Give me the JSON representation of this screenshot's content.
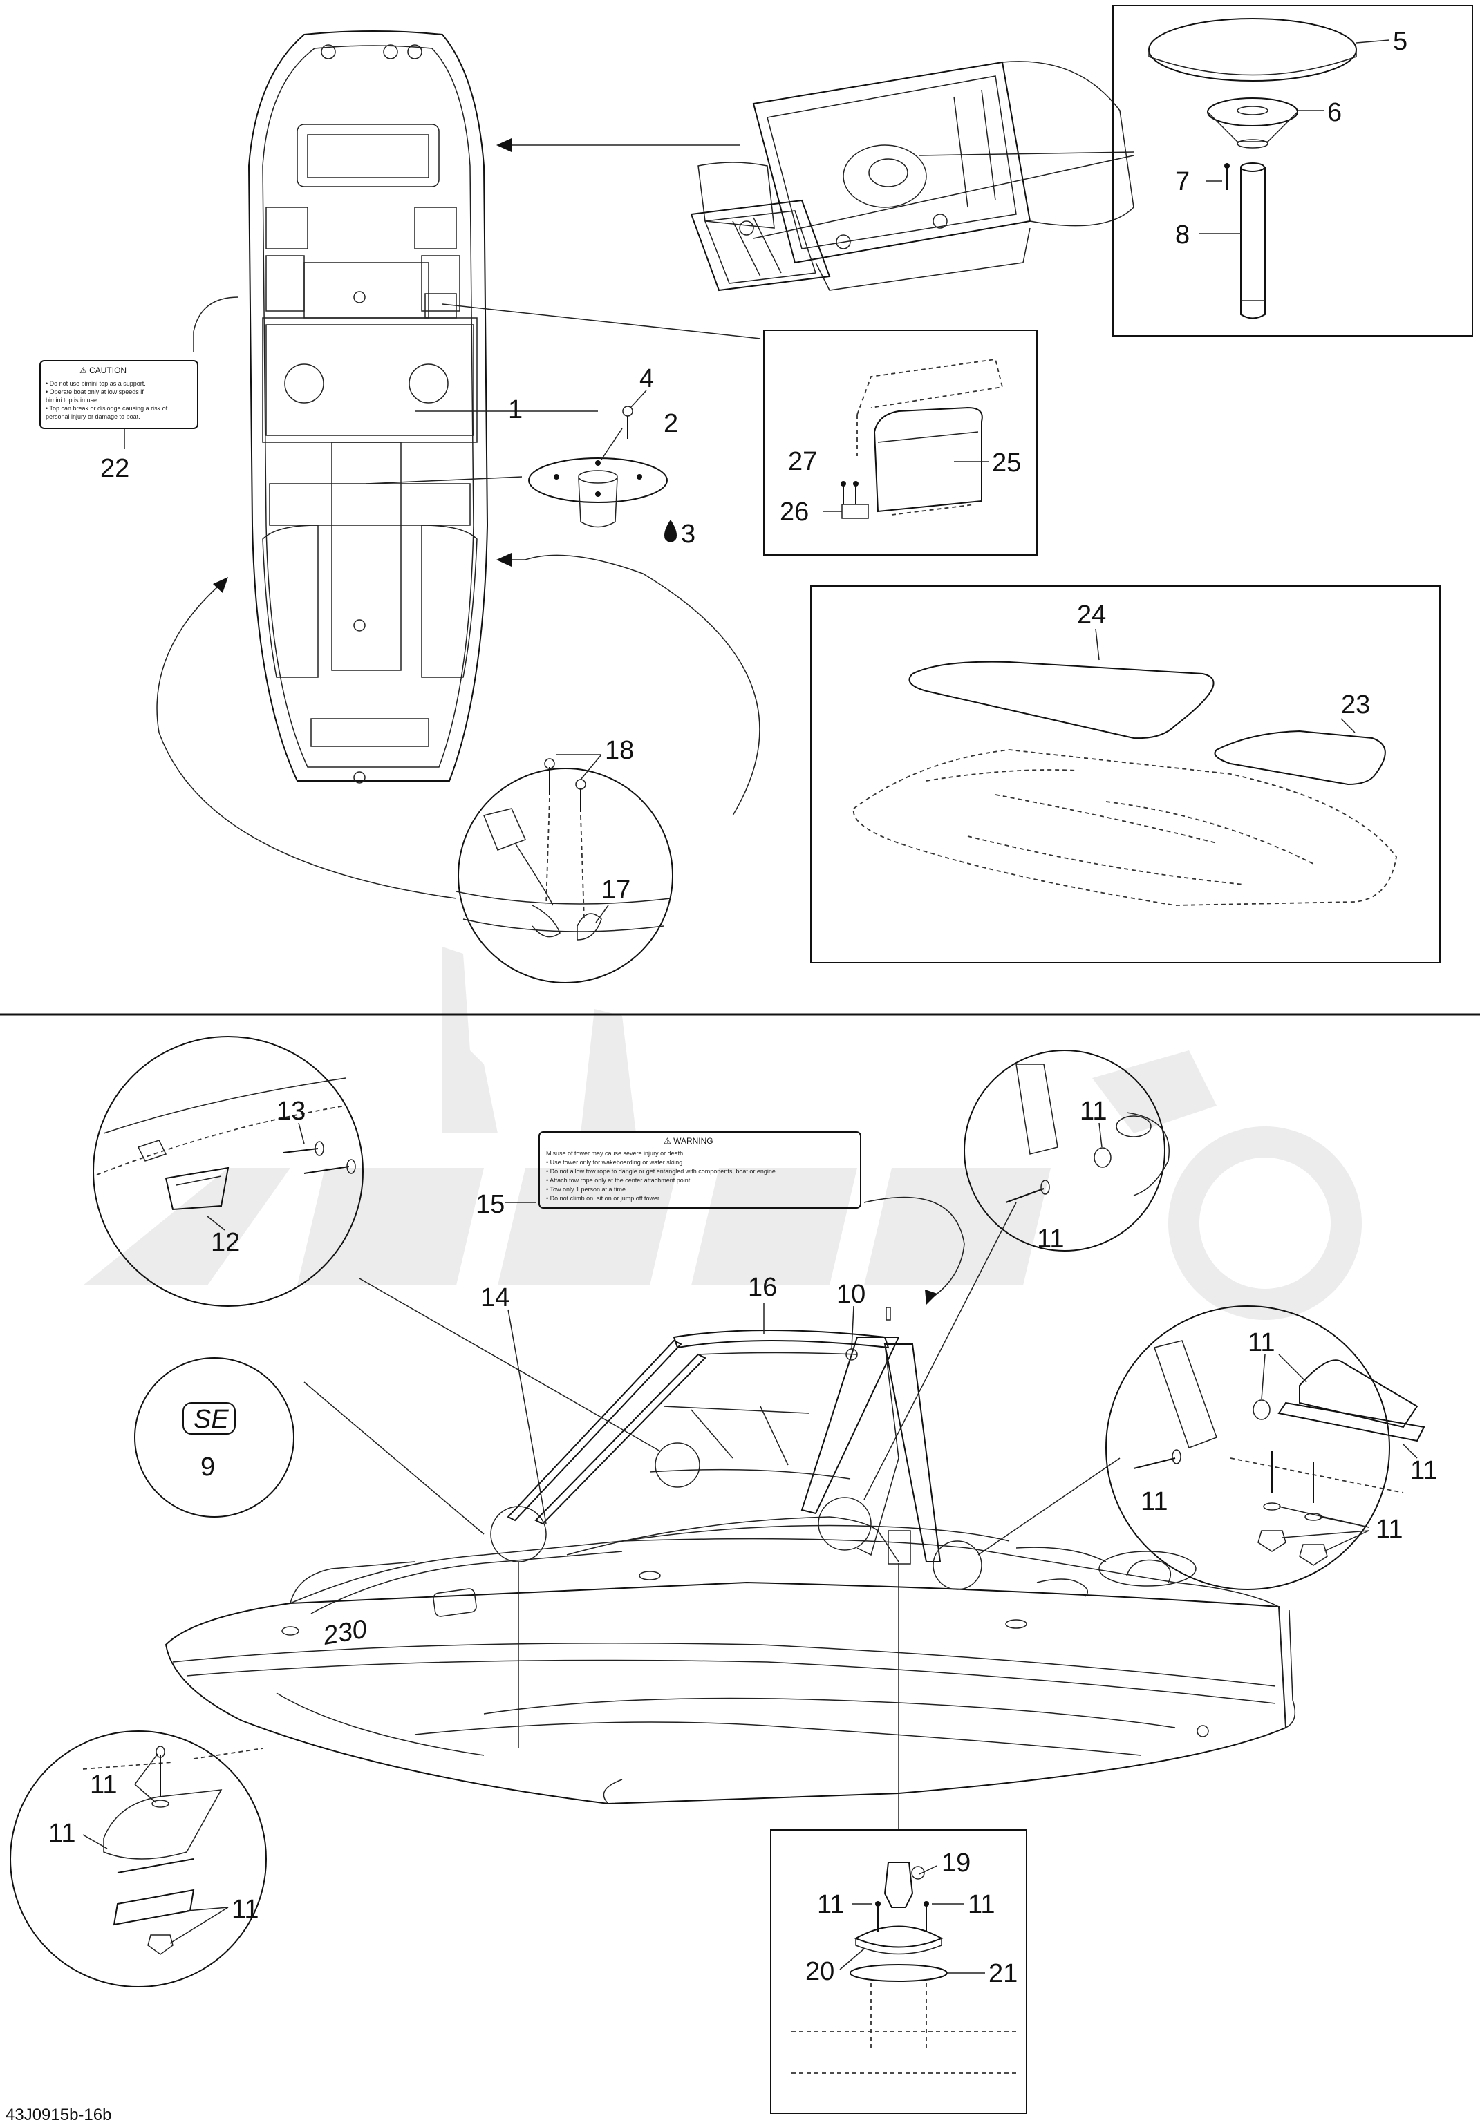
{
  "callouts": {
    "c1": "1",
    "c2": "2",
    "c3": "3",
    "c4": "4",
    "c5": "5",
    "c6": "6",
    "c7": "7",
    "c8": "8",
    "c9": "9",
    "c10": "10",
    "c11a": "11",
    "c11b": "11",
    "c11c": "11",
    "c11d": "11",
    "c11e": "11",
    "c11f": "11",
    "c11g": "11",
    "c11h": "11",
    "c11i": "11",
    "c11j": "11",
    "c11k": "11",
    "c12": "12",
    "c13": "13",
    "c14": "14",
    "c15": "15",
    "c16": "16",
    "c17": "17",
    "c18": "18",
    "c19": "19",
    "c20": "20",
    "c21": "21",
    "c22": "22",
    "c23": "23",
    "c24": "24",
    "c25": "25",
    "c26": "26",
    "c27": "27"
  },
  "caution_label": {
    "title": "⚠ CAUTION",
    "lines": [
      "• Do not use bimini top as a support.",
      "• Operate boat only at low speeds if",
      "  bimini top is in use.",
      "• Top can break or dislodge causing a risk of",
      "  personal injury or damage to boat."
    ]
  },
  "warning_label": {
    "title": "⚠ WARNING",
    "lines": [
      "Misuse of tower may cause severe injury or death.",
      "• Use tower only for wakeboarding or water skiing.",
      "• Do not allow tow rope to dangle or get entangled with components, boat or engine.",
      "• Attach tow rope only at the center attachment point.",
      "• Tow only 1 person at a time.",
      "• Do not climb on, sit on or jump off tower."
    ]
  },
  "badge_text": "SE",
  "hull_text": "230",
  "diagram_code": "43J0915b-16b"
}
